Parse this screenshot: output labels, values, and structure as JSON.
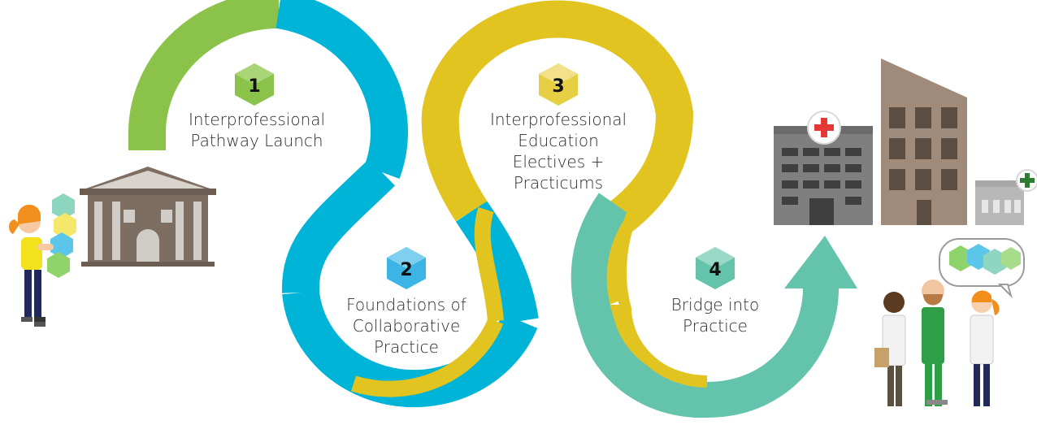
{
  "steps": [
    {
      "number": "1",
      "title_lines": [
        "Interprofessional",
        "Pathway Launch"
      ],
      "color": "#8bc34a"
    },
    {
      "number": "2",
      "title_lines": [
        "Foundations of",
        "Collaborative",
        "Practice"
      ],
      "color": "#00b4d8"
    },
    {
      "number": "3",
      "title_lines": [
        "Interprofessional",
        "Education",
        "Electives +",
        "Practicums"
      ],
      "color": "#e1c41f"
    },
    {
      "number": "4",
      "title_lines": [
        "Bridge into",
        "Practice"
      ],
      "color": "#64c3ab"
    }
  ],
  "colors": {
    "green": "#8bc34a",
    "blue": "#00b4d8",
    "yellow": "#e1c41f",
    "teal": "#64c3ab",
    "building_brown": "#7d6e61",
    "hospital_gray": "#7f7f7f",
    "red_cross": "#e53935",
    "green_cross": "#2e7d32"
  },
  "icons": [
    "student-figure-icon",
    "university-building-icon",
    "hospital-icon",
    "clinic-icon",
    "office-building-icon",
    "healthcare-team-icon",
    "speech-bubble-icon"
  ]
}
